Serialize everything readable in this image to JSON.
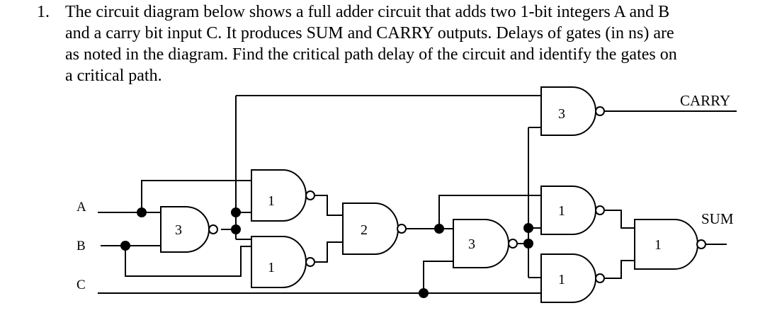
{
  "problem": {
    "number": "1.",
    "lines": [
      "The circuit diagram below shows a full adder circuit that adds two 1-bit integers A and B",
      "and a carry bit input C. It produces SUM and CARRY outputs. Delays of gates (in ns) are",
      "as noted in the diagram. Find the critical path delay of the circuit and identify the gates on",
      "a critical path."
    ]
  },
  "diagram": {
    "inputs": {
      "a": "A",
      "b": "B",
      "c": "C"
    },
    "outputs": {
      "carry": "CARRY",
      "sum": "SUM"
    },
    "gates": {
      "g1": {
        "type": "NAND",
        "delay": "3"
      },
      "g2": {
        "type": "NAND",
        "delay": "1"
      },
      "g3": {
        "type": "NAND",
        "delay": "1"
      },
      "g4": {
        "type": "NAND",
        "delay": "2"
      },
      "g5": {
        "type": "NAND",
        "delay": "3"
      },
      "g6": {
        "type": "NAND",
        "delay": "3"
      },
      "g7": {
        "type": "NAND",
        "delay": "1"
      },
      "g8": {
        "type": "NAND",
        "delay": "1"
      },
      "g9": {
        "type": "NAND",
        "delay": "1"
      }
    }
  }
}
